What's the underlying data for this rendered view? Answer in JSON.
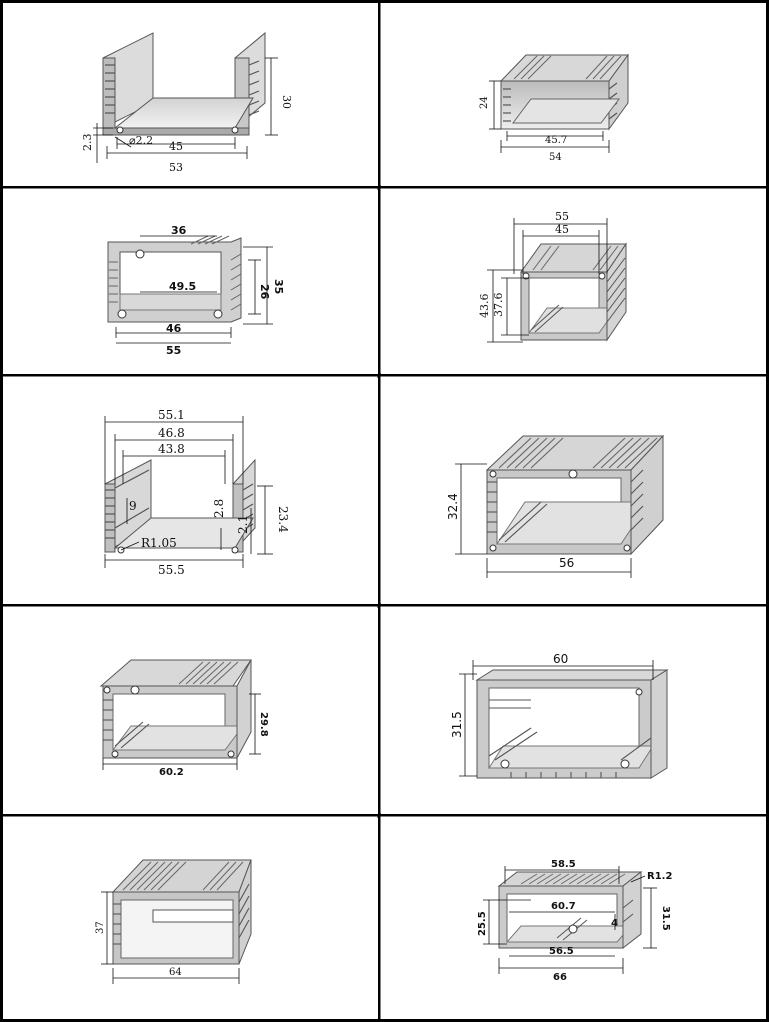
{
  "grid": {
    "rows": 5,
    "cols": 2,
    "border_color": "#000000",
    "line_color": "#111111"
  },
  "colors": {
    "metal_light": "#e6e6e6",
    "metal_mid": "#c8c8c8",
    "metal_dark": "#9a9a9a",
    "edge": "#555555"
  },
  "panels": [
    {
      "id": "p1",
      "labels": [
        "53",
        "45",
        "30",
        "2.3",
        "⌀2.2"
      ]
    },
    {
      "id": "p2",
      "labels": [
        "54",
        "45.7",
        "24"
      ]
    },
    {
      "id": "p3",
      "labels": [
        "36",
        "49.5",
        "26",
        "35",
        "46",
        "55"
      ]
    },
    {
      "id": "p4",
      "labels": [
        "55",
        "45",
        "43.6",
        "37.6"
      ]
    },
    {
      "id": "p5",
      "labels": [
        "55.1",
        "46.8",
        "43.8",
        "9",
        "2.8",
        "R1.05",
        "2.1",
        "23.4",
        "55.5"
      ]
    },
    {
      "id": "p6",
      "labels": [
        "32.4",
        "56"
      ]
    },
    {
      "id": "p7",
      "labels": [
        "29.8",
        "60.2"
      ]
    },
    {
      "id": "p8",
      "labels": [
        "60",
        "31.5"
      ]
    },
    {
      "id": "p9",
      "labels": [
        "37",
        "64"
      ]
    },
    {
      "id": "p10",
      "labels": [
        "58.5",
        "R1.2",
        "60.7",
        "25.5",
        "4",
        "31.5",
        "56.5",
        "66"
      ]
    }
  ]
}
